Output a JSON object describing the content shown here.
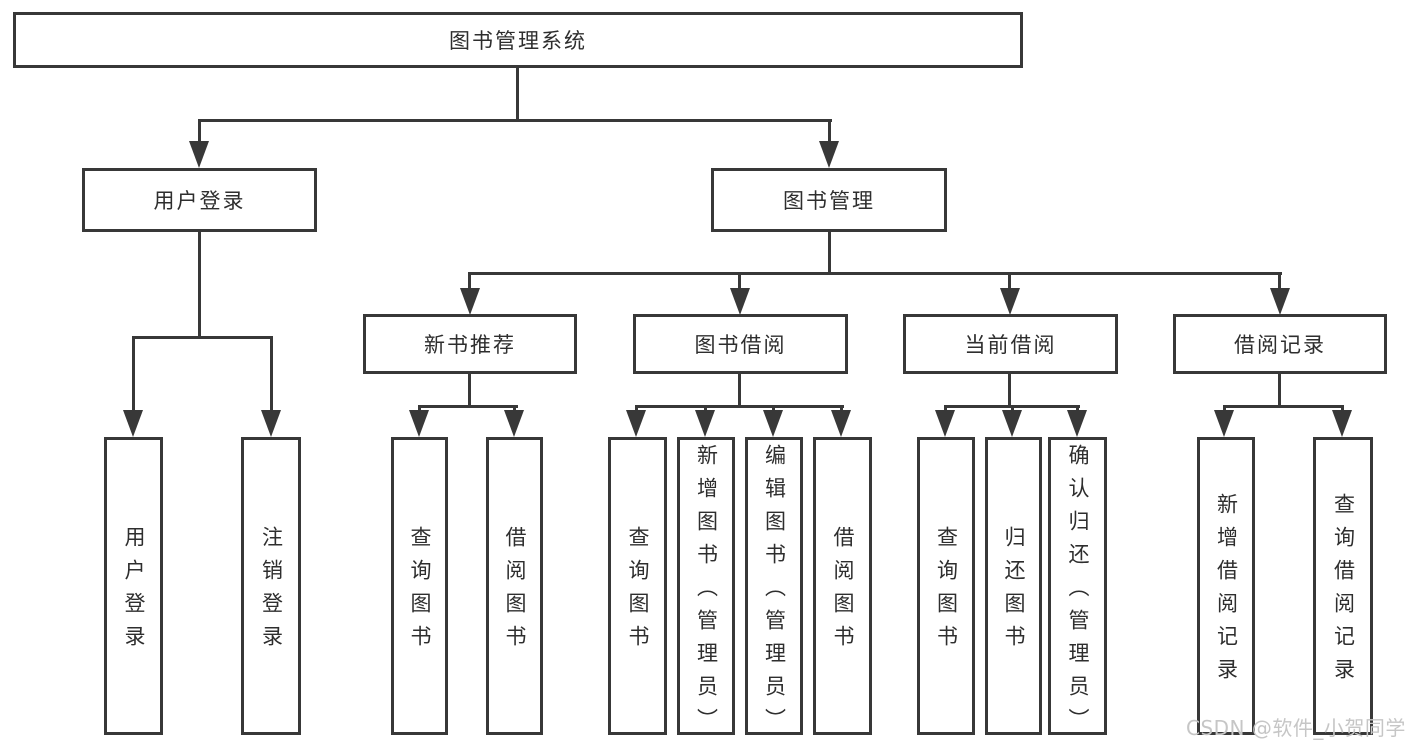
{
  "diagram_title": "图书管理系统",
  "colors": {
    "line": "#383838",
    "text": "#2e2e2e",
    "background": "#ffffff",
    "watermark": "#c6c6c6"
  },
  "nodes": {
    "root": {
      "label": "图书管理系统"
    },
    "level2": [
      {
        "label": "用户登录"
      },
      {
        "label": "图书管理"
      }
    ],
    "level3": [
      {
        "label": "新书推荐",
        "parent": "图书管理"
      },
      {
        "label": "图书借阅",
        "parent": "图书管理"
      },
      {
        "label": "当前借阅",
        "parent": "图书管理"
      },
      {
        "label": "借阅记录",
        "parent": "图书管理"
      }
    ],
    "leaves": [
      {
        "label": "用户登录",
        "parent": "用户登录"
      },
      {
        "label": "注销登录",
        "parent": "用户登录"
      },
      {
        "label": "查询图书",
        "parent": "新书推荐"
      },
      {
        "label": "借阅图书",
        "parent": "新书推荐"
      },
      {
        "label": "查询图书",
        "parent": "图书借阅"
      },
      {
        "label": "新增图书（管理员）",
        "parent": "图书借阅"
      },
      {
        "label": "编辑图书（管理员）",
        "parent": "图书借阅"
      },
      {
        "label": "借阅图书",
        "parent": "图书借阅"
      },
      {
        "label": "查询图书",
        "parent": "当前借阅"
      },
      {
        "label": "归还图书",
        "parent": "当前借阅"
      },
      {
        "label": "确认归还（管理员）",
        "parent": "当前借阅"
      },
      {
        "label": "新增借阅记录",
        "parent": "借阅记录"
      },
      {
        "label": "查询借阅记录",
        "parent": "借阅记录"
      }
    ]
  },
  "watermark": {
    "text": "CSDN @软件_小贺同学"
  }
}
